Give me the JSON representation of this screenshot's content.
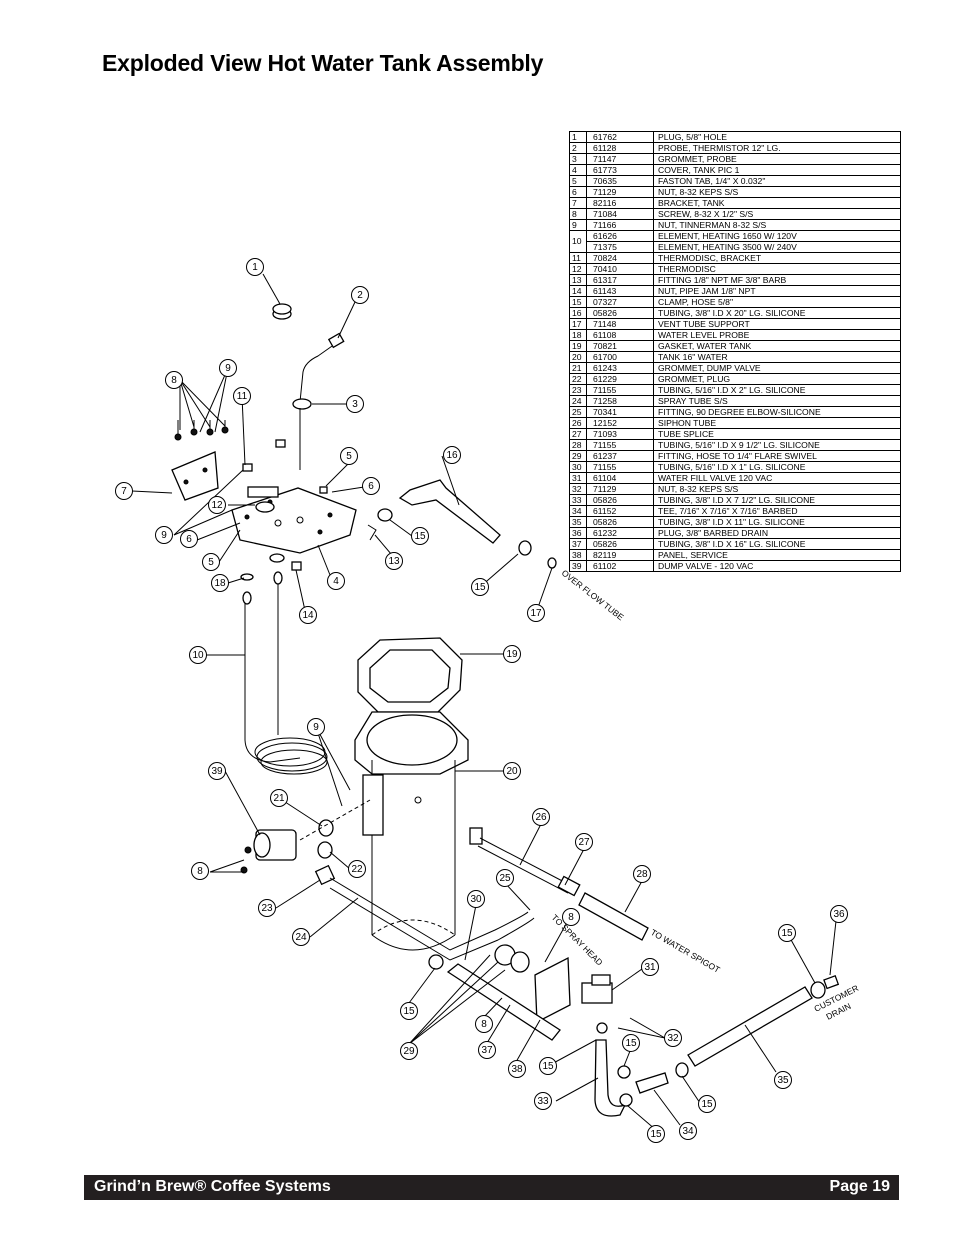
{
  "title": "Exploded View Hot Water Tank Assembly",
  "parts": [
    {
      "no": "1",
      "pn": "61762",
      "desc": "PLUG, 5/8\" HOLE"
    },
    {
      "no": "2",
      "pn": "61128",
      "desc": "PROBE, THERMISTOR 12\" LG."
    },
    {
      "no": "3",
      "pn": "71147",
      "desc": "GROMMET, PROBE"
    },
    {
      "no": "4",
      "pn": "61773",
      "desc": "COVER, TANK PIC 1"
    },
    {
      "no": "5",
      "pn": "70635",
      "desc": "FASTON TAB, 1/4\" X 0.032\""
    },
    {
      "no": "6",
      "pn": "71129",
      "desc": "NUT, 8-32 KEPS S/S"
    },
    {
      "no": "7",
      "pn": "82116",
      "desc": "BRACKET, TANK"
    },
    {
      "no": "8",
      "pn": "71084",
      "desc": "SCREW, 8-32 X 1/2\" S/S"
    },
    {
      "no": "9",
      "pn": "71166",
      "desc": "NUT, TINNERMAN 8-32 S/S"
    },
    {
      "no": "10",
      "pn": "61626",
      "desc": "ELEMENT, HEATING 1650 W/ 120V"
    },
    {
      "no": "",
      "pn": "71375",
      "desc": "ELEMENT, HEATING 3500 W/ 240V"
    },
    {
      "no": "11",
      "pn": "70824",
      "desc": "THERMODISC, BRACKET"
    },
    {
      "no": "12",
      "pn": "70410",
      "desc": "THERMODISC"
    },
    {
      "no": "13",
      "pn": "61317",
      "desc": "FITTING 1/8\" NPT MF 3/8\" BARB"
    },
    {
      "no": "14",
      "pn": "61143",
      "desc": "NUT, PIPE JAM 1/8\" NPT"
    },
    {
      "no": "15",
      "pn": "07327",
      "desc": "CLAMP, HOSE 5/8\""
    },
    {
      "no": "16",
      "pn": "05826",
      "desc": "TUBING, 3/8\" I.D X 20\" LG. SILICONE"
    },
    {
      "no": "17",
      "pn": "71148",
      "desc": "VENT TUBE SUPPORT"
    },
    {
      "no": "18",
      "pn": "61108",
      "desc": "WATER LEVEL PROBE"
    },
    {
      "no": "19",
      "pn": "70821",
      "desc": "GASKET, WATER TANK"
    },
    {
      "no": "20",
      "pn": "61700",
      "desc": "TANK 16\" WATER"
    },
    {
      "no": "21",
      "pn": "61243",
      "desc": "GROMMET, DUMP VALVE"
    },
    {
      "no": "22",
      "pn": "61229",
      "desc": "GROMMET, PLUG"
    },
    {
      "no": "23",
      "pn": "71155",
      "desc": "TUBING, 5/16\" I.D X 2\" LG. SILICONE"
    },
    {
      "no": "24",
      "pn": "71258",
      "desc": "SPRAY TUBE S/S"
    },
    {
      "no": "25",
      "pn": "70341",
      "desc": "FITTING, 90 DEGREE ELBOW-SILICONE"
    },
    {
      "no": "26",
      "pn": "12152",
      "desc": "SIPHON TUBE"
    },
    {
      "no": "27",
      "pn": "71093",
      "desc": "TUBE SPLICE"
    },
    {
      "no": "28",
      "pn": "71155",
      "desc": "TUBING, 5/16\" I.D X 9 1/2\" LG. SILICONE"
    },
    {
      "no": "29",
      "pn": "61237",
      "desc": "FITTING, HOSE TO 1/4\" FLARE SWIVEL"
    },
    {
      "no": "30",
      "pn": "71155",
      "desc": "TUBING, 5/16\" I.D X 1\" LG. SILICONE"
    },
    {
      "no": "31",
      "pn": "61104",
      "desc": "WATER FILL VALVE 120 VAC"
    },
    {
      "no": "32",
      "pn": "71129",
      "desc": "NUT, 8-32 KEPS S/S"
    },
    {
      "no": "33",
      "pn": "05826",
      "desc": "TUBING, 3/8\" I.D X 7 1/2\" LG. SILICONE"
    },
    {
      "no": "34",
      "pn": "61152",
      "desc": "TEE, 7/16\" X 7/16\" X 7/16\" BARBED"
    },
    {
      "no": "35",
      "pn": "05826",
      "desc": "TUBING, 3/8\" I.D X 11\" LG. SILICONE"
    },
    {
      "no": "36",
      "pn": "61232",
      "desc": "PLUG, 3/8\" BARBED DRAIN"
    },
    {
      "no": "37",
      "pn": "05826",
      "desc": "TUBING, 3/8\" I.D X 16\" LG. SILICONE"
    },
    {
      "no": "38",
      "pn": "82119",
      "desc": "PANEL, SERVICE"
    },
    {
      "no": "39",
      "pn": "61102",
      "desc": "DUMP VALVE - 120 VAC"
    }
  ],
  "diagram_labels": {
    "overflow": "OVER FLOW TUBE",
    "spray": "TO SPRAY HEAD",
    "spigot": "TO WATER SPIGOT",
    "drain_1": "CUSTOMER",
    "drain_2": "DRAIN"
  },
  "callouts": [
    "1",
    "2",
    "3",
    "4",
    "5",
    "6",
    "7",
    "8",
    "9",
    "10",
    "11",
    "12",
    "13",
    "14",
    "15",
    "16",
    "17",
    "18",
    "19",
    "20",
    "21",
    "22",
    "23",
    "24",
    "25",
    "26",
    "27",
    "28",
    "29",
    "30",
    "31",
    "32",
    "33",
    "34",
    "35",
    "36",
    "37",
    "38",
    "39"
  ],
  "footer": {
    "brand": "Grind’n Brew® Coffee Systems",
    "page": "Page 19"
  }
}
